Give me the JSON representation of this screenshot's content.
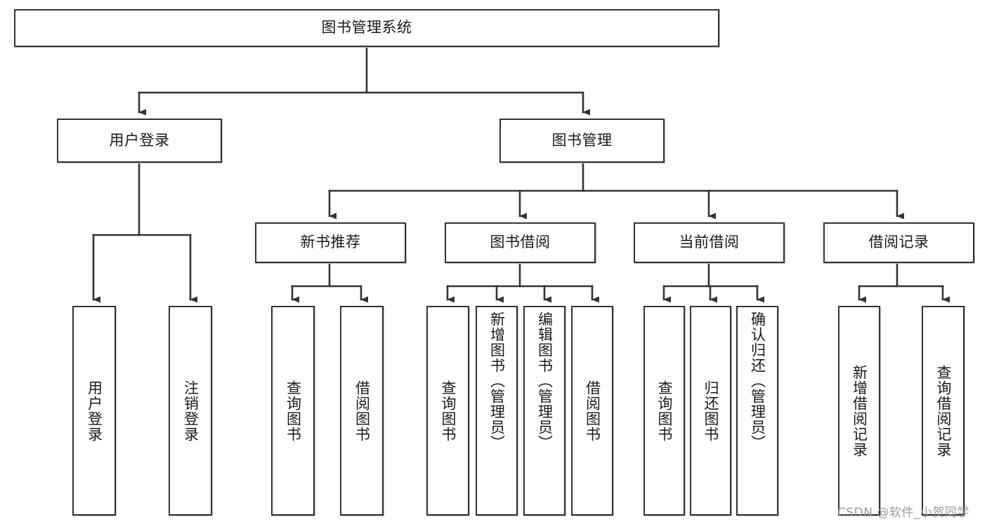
{
  "diagram": {
    "title": "图书管理系统",
    "type": "tree-hierarchy",
    "colors": {
      "box_border": "#333333",
      "box_fill": "#ffffff",
      "connector": "#333333",
      "text": "#1a1a1a",
      "watermark": "#9a9a9a",
      "background": "#ffffff"
    },
    "root": {
      "label": "图书管理系统"
    },
    "level2": [
      {
        "label": "用户登录"
      },
      {
        "label": "图书管理"
      }
    ],
    "level3": [
      {
        "label": "新书推荐"
      },
      {
        "label": "图书借阅"
      },
      {
        "label": "当前借阅"
      },
      {
        "label": "借阅记录"
      }
    ],
    "leaves_user_login": [
      {
        "label": "用户登录"
      },
      {
        "label": "注销登录"
      }
    ],
    "leaves_new_book": [
      {
        "label": "查询图书"
      },
      {
        "label": "借阅图书"
      }
    ],
    "leaves_borrow": [
      {
        "label": "查询图书"
      },
      {
        "label": "新增图书（管理员）"
      },
      {
        "label": "编辑图书（管理员）"
      },
      {
        "label": "借阅图书"
      }
    ],
    "leaves_current": [
      {
        "label": "查询图书"
      },
      {
        "label": "归还图书"
      },
      {
        "label": "确认归还（管理员）"
      }
    ],
    "leaves_record": [
      {
        "label": "新增借阅记录"
      },
      {
        "label": "查询借阅记录"
      }
    ]
  },
  "watermark": {
    "text": "CSDN @软件_小贺同学"
  }
}
